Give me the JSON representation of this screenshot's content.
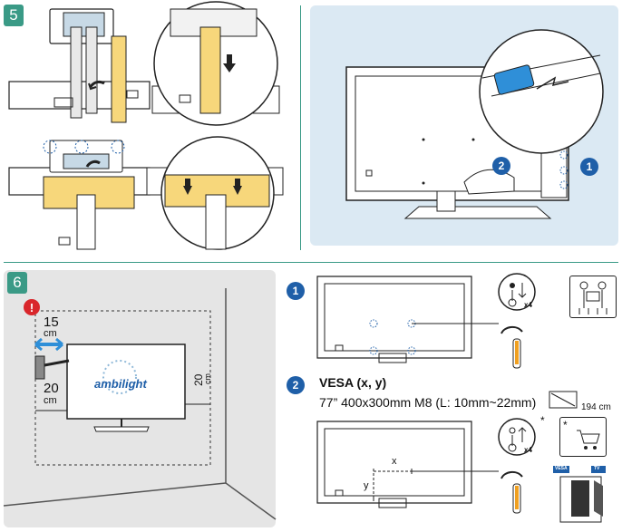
{
  "step5": {
    "number": "5"
  },
  "step6": {
    "number": "6"
  },
  "callouts": {
    "one": "1",
    "two": "2"
  },
  "wall": {
    "top_gap_value": "15",
    "top_gap_unit": "cm",
    "left_gap_value": "20",
    "left_gap_unit": "cm",
    "right_gap_value": "20",
    "right_gap_unit": "cm",
    "brand": "ambilight",
    "warning_symbol": "!"
  },
  "instructions": {
    "step1_number": "1",
    "step2_number": "2",
    "vesa_title": "VESA (x, y)",
    "vesa_spec": "77”  400x300mm M8 (L: 10mm~22mm)",
    "size_value": "194 cm",
    "screw_count": "x4",
    "screw_count_2": "x4",
    "asterisk": "*",
    "asterisk_2": "*",
    "dim_x": "x",
    "dim_y": "y",
    "label_vesa": "VESA",
    "label_tv": "TV"
  },
  "colors": {
    "accent_teal": "#3a9a86",
    "callout_blue": "#1f5fa8",
    "tape_yellow": "#f7d77b",
    "highlight_blue": "#2f8fd8",
    "warning_red": "#d9262b",
    "panel_blue": "#dbe9f3",
    "panel_grey": "#e5e5e5"
  },
  "icons": [
    "stand-removal-icon",
    "tape-icon",
    "bracket-icon",
    "two-person-lift-icon",
    "screwdriver-icon",
    "screw-icon",
    "cart-icon",
    "wall-bracket-icon",
    "screen-size-icon",
    "arrow-icon"
  ]
}
